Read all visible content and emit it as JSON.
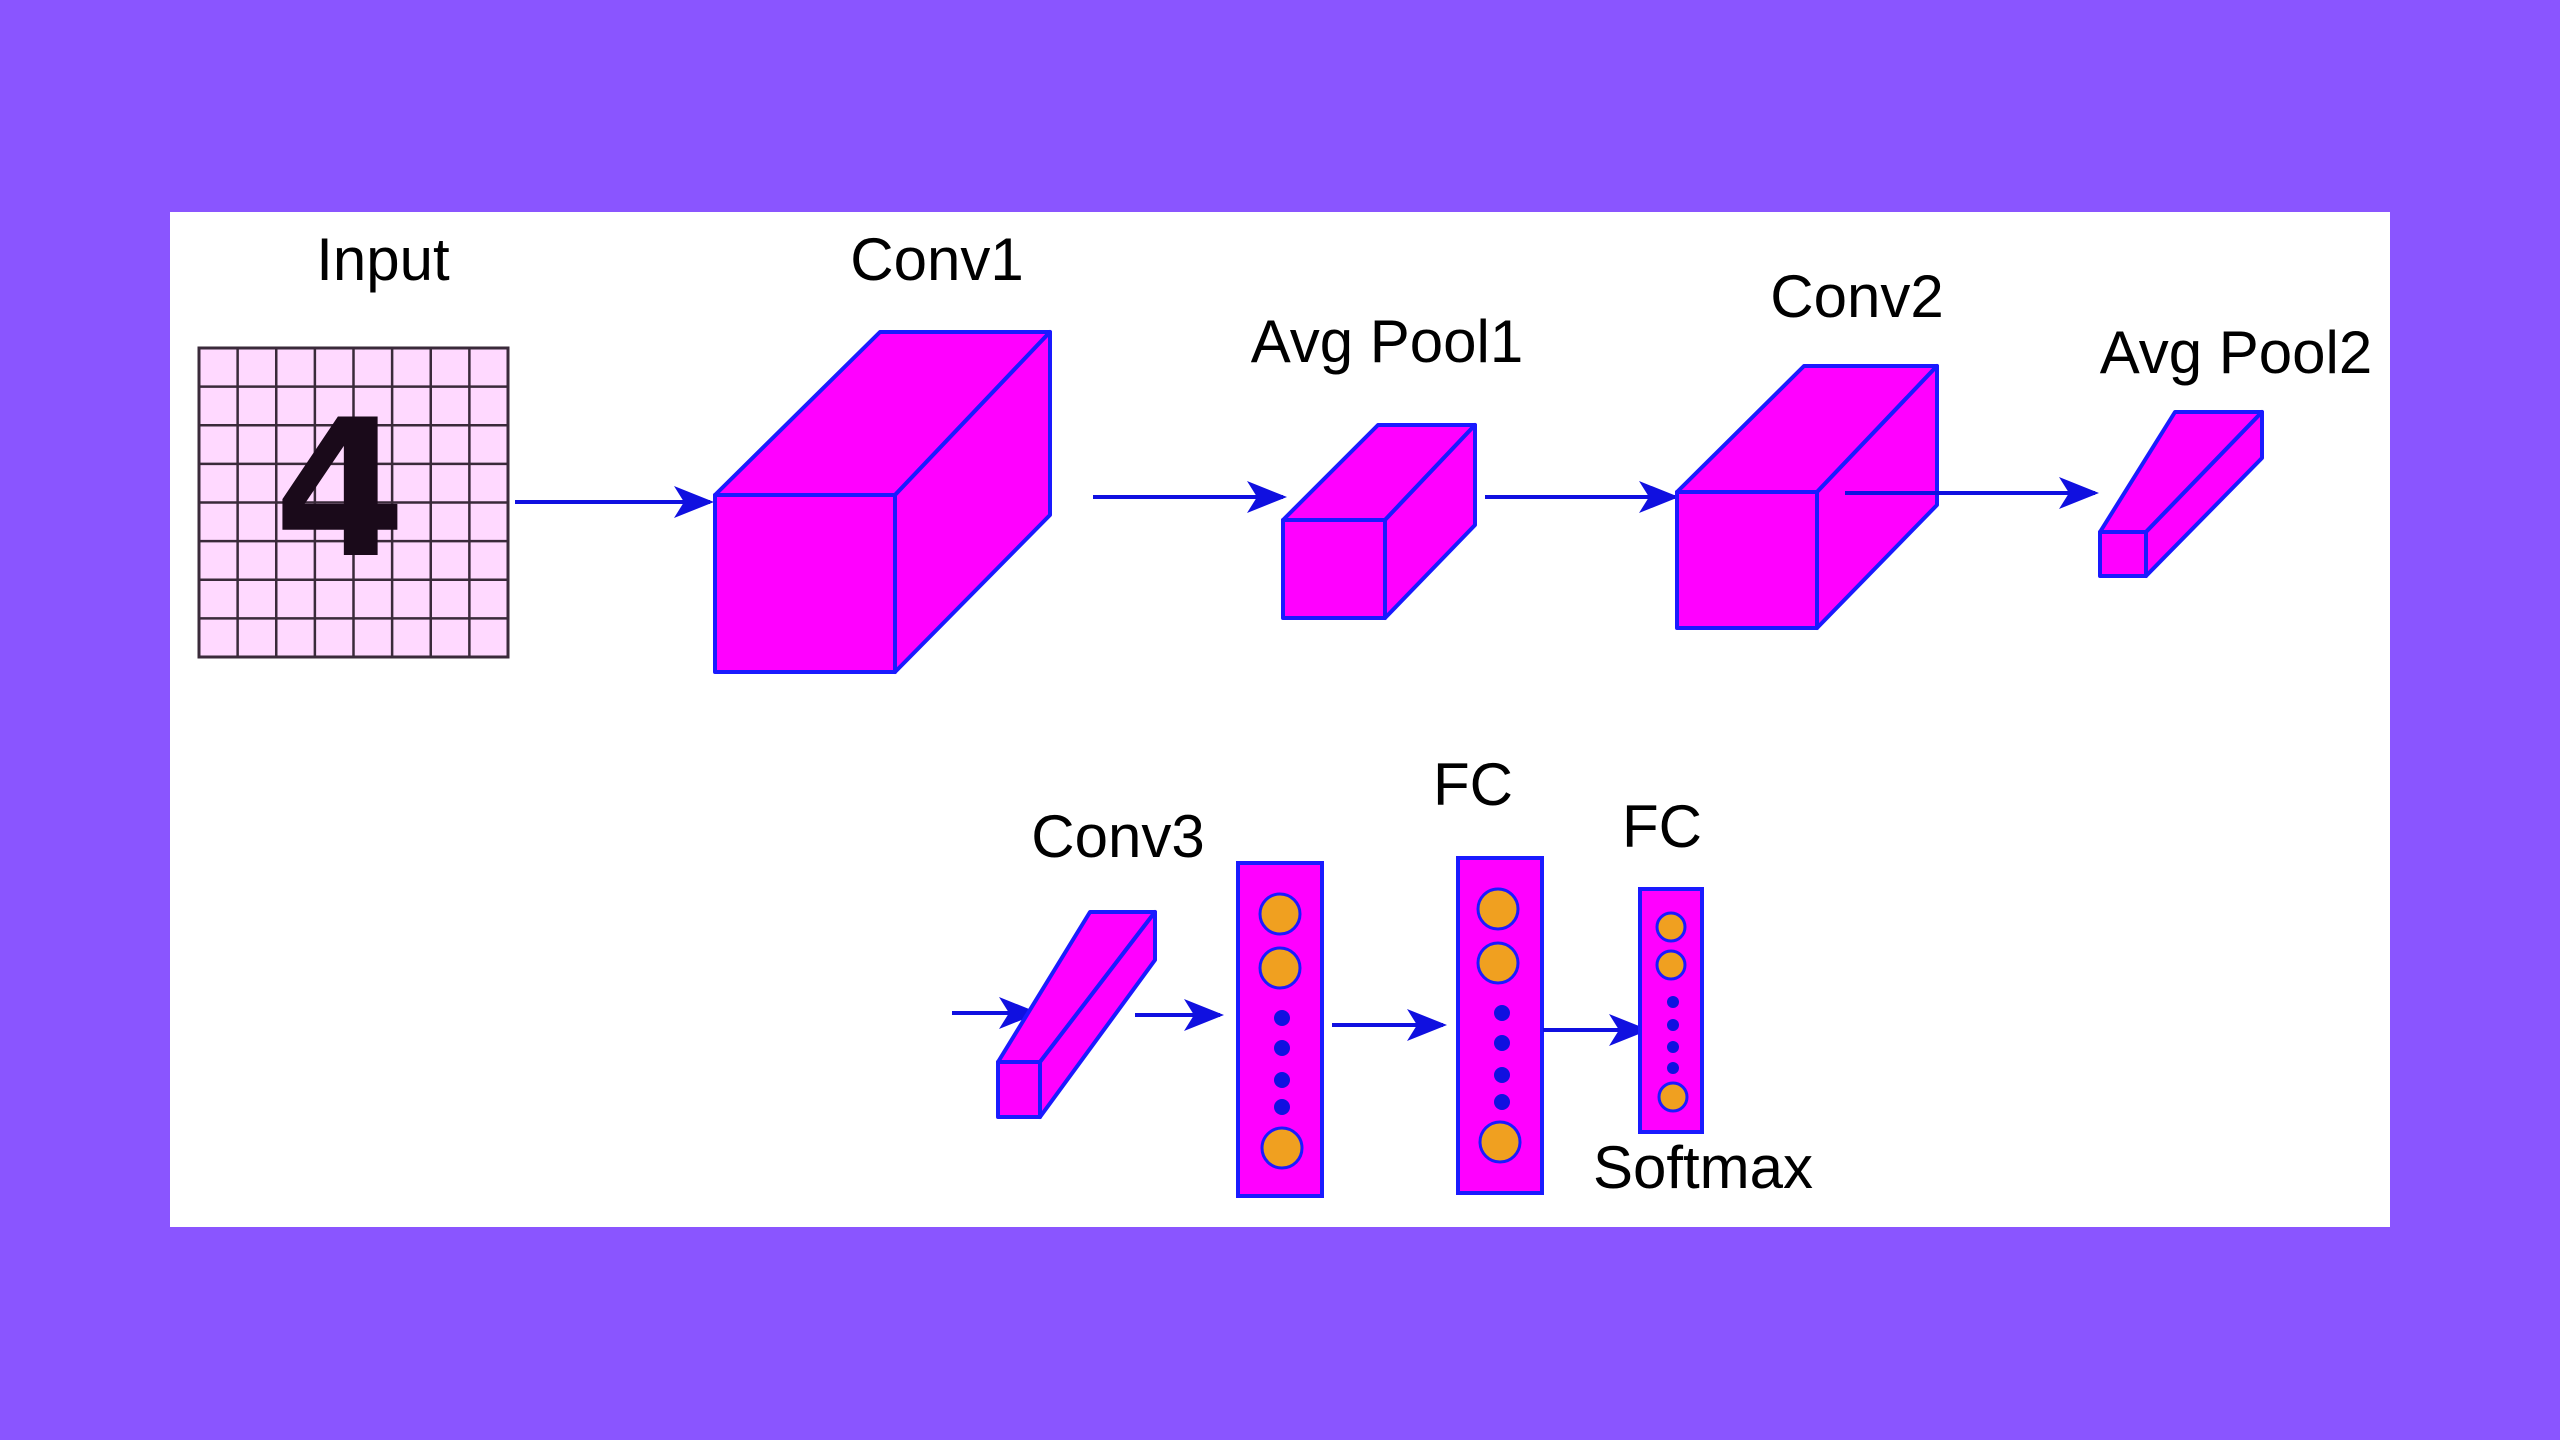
{
  "diagram": {
    "labels": {
      "input": "Input",
      "conv1": "Conv1",
      "avg_pool1": "Avg Pool1",
      "conv2": "Conv2",
      "avg_pool2": "Avg Pool2",
      "conv3": "Conv3",
      "fc1": "FC",
      "fc2": "FC",
      "softmax": "Softmax"
    },
    "input_digit": "4",
    "colors": {
      "background": "#8a55ff",
      "panel": "#ffffff",
      "block_fill": "#ff00ff",
      "block_stroke": "#1a1aff",
      "arrow": "#1010e0",
      "grid_fill": "#ffd9ff",
      "grid_line": "#3a2a3a",
      "neuron_fill": "#f0a020",
      "neuron_stroke": "#1a1aff",
      "dot": "#1010e0"
    }
  }
}
